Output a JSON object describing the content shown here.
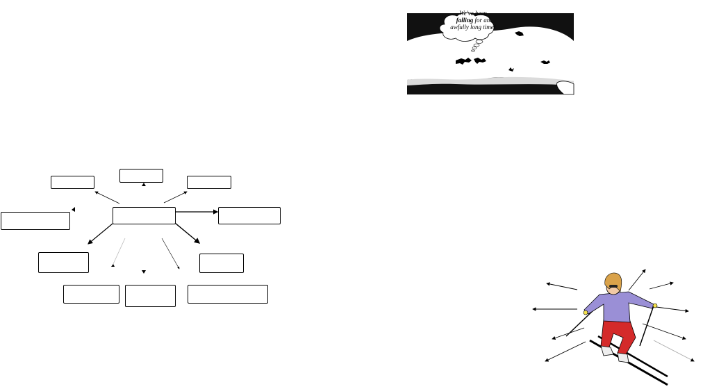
{
  "cartoon": {
    "thought_line1": "We've been",
    "thought_line2_bold": "falling",
    "thought_line2_rest": " for an",
    "thought_line3": "awfully long time!"
  },
  "diagram": {
    "boxes": [
      "",
      "",
      "",
      "",
      "",
      "",
      "",
      "",
      "",
      "",
      ""
    ]
  },
  "colors": {
    "ink": "#000000",
    "paper": "#ffffff",
    "jacket": "#9a8fd6",
    "pants": "#d42a2a",
    "hair": "#d9a24a"
  }
}
